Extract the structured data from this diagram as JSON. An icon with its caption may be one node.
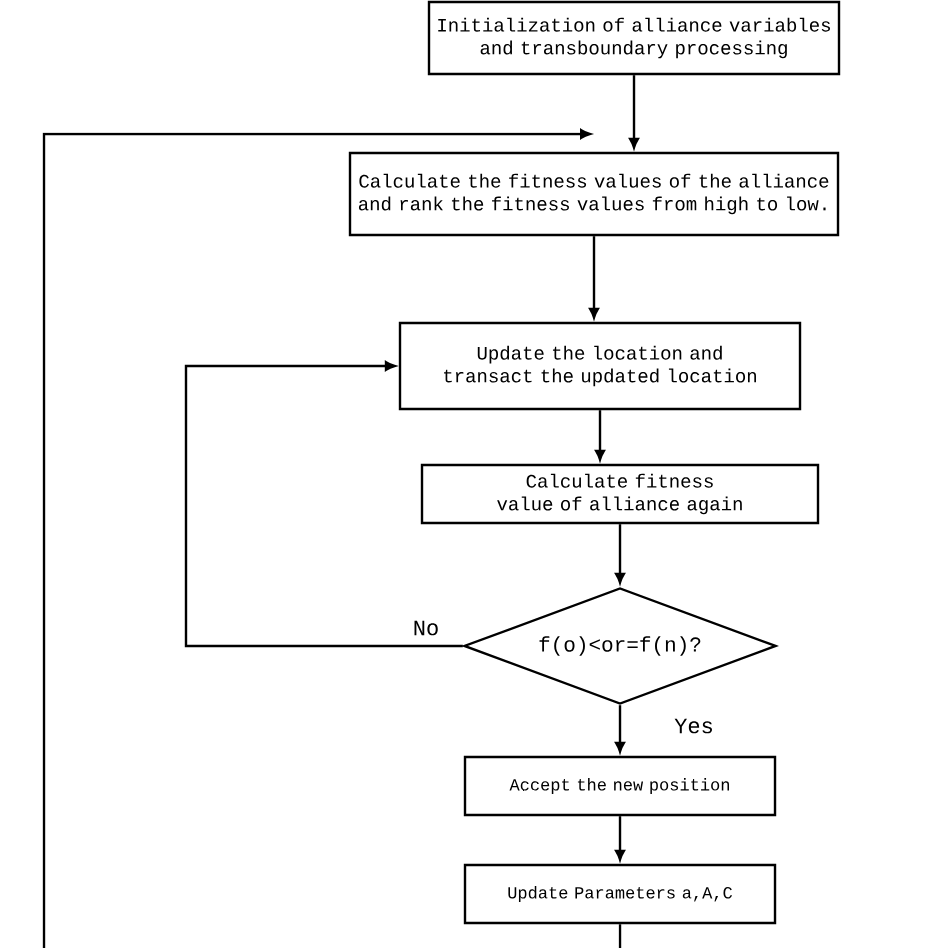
{
  "diagram": {
    "nodes": [
      {
        "text": [
          "Initialization of alliance variables and transboundary processing"
        ]
      },
      {
        "text": [
          "Calculate the fitness values of the alliance and rank the fitness values from high to low."
        ]
      },
      {
        "text": [
          "Update the location and transact the updated location"
        ]
      },
      {
        "text": [
          "Calculate fitness value of alliance again"
        ]
      },
      {
        "text": [
          "f(o)<or=f(n)?"
        ]
      },
      {
        "text": [
          "Accept the new position"
        ]
      },
      {
        "text": [
          "Update Parameters a,A,C"
        ]
      }
    ],
    "edges": [
      {
        "from": 0,
        "to": 1,
        "arrow": "to"
      },
      {
        "from": null,
        "to": 1,
        "arrow": "to"
      },
      {
        "from": 1,
        "to": 2,
        "arrow": "to"
      },
      {
        "from": 4,
        "to": 2,
        "arrow": "to",
        "label": "No"
      },
      {
        "from": 2,
        "to": 3,
        "arrow": "to"
      },
      {
        "from": 3,
        "to": 4,
        "arrow": "to"
      },
      {
        "from": 4,
        "to": 5,
        "arrow": "to",
        "label": "Yes"
      },
      {
        "from": 5,
        "to": 6,
        "arrow": "to"
      },
      {
        "from": 6,
        "to": null,
        "arrow": "none"
      }
    ]
  }
}
